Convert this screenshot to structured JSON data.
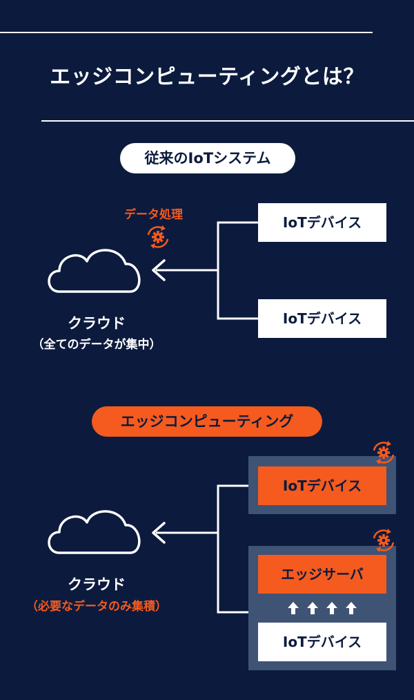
{
  "title": "エッジコンピューティングとは？",
  "colors": {
    "background": "#0c1b3d",
    "accent": "#f55a1e",
    "panel": "#3f5375",
    "white": "#ffffff"
  },
  "section1": {
    "label": "従来のIoTシステム",
    "processing_label": "データ処理",
    "cloud_label": "クラウド",
    "cloud_sublabel": "（全てのデータが集中）",
    "devices": [
      "IoTデバイス",
      "IoTデバイス"
    ]
  },
  "section2": {
    "label": "エッジコンピューティング",
    "cloud_label": "クラウド",
    "cloud_sublabel": "（必要なデータのみ集積）",
    "device_top": "IoTデバイス",
    "edge_server": "エッジサーバ",
    "device_bottom": "IoTデバイス"
  },
  "icons": [
    "cloud-icon",
    "processing-gear-icon",
    "arrow-left-icon",
    "arrow-up-icon"
  ]
}
